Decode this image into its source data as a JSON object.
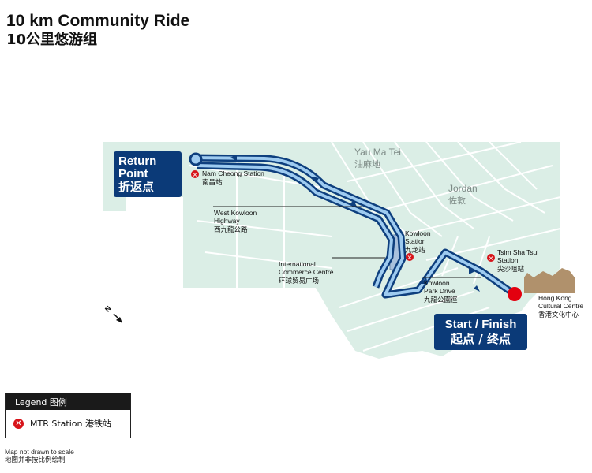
{
  "title": {
    "en": "10 km Community Ride",
    "zh": "10公里悠游组"
  },
  "callouts": {
    "return_en_1": "Return",
    "return_en_2": "Point",
    "return_zh": "折返点",
    "finish_en": "Start / Finish",
    "finish_zh": "起点 / 终点"
  },
  "districts": {
    "yau_ma_tei_en": "Yau Ma Tei",
    "yau_ma_tei_zh": "油麻地",
    "jordan_en": "Jordan",
    "jordan_zh": "佐敦"
  },
  "stations": {
    "nam_cheong_en": "Nam Cheong Station",
    "nam_cheong_zh": "南昌站",
    "kowloon_en_1": "Kowloon",
    "kowloon_en_2": "Station",
    "kowloon_zh": "九龙站",
    "tsim_sha_tsui_en_1": "Tsim Sha Tsui",
    "tsim_sha_tsui_en_2": "Station",
    "tsim_sha_tsui_zh": "尖沙咀站"
  },
  "landmarks": {
    "wk_highway_en_1": "West Kowloon",
    "wk_highway_en_2": "Highway",
    "wk_highway_zh": "西九龍公路",
    "icc_en_1": "International",
    "icc_en_2": "Commerce Centre",
    "icc_zh": "环球贸易广场",
    "kpd_en_1": "Kowloon",
    "kpd_en_2": "Park Drive",
    "kpd_zh": "九龍公園徑",
    "hkcc_en_1": "Hong Kong",
    "hkcc_en_2": "Cultural Centre",
    "hkcc_zh": "香港文化中心"
  },
  "north_arrow": "N",
  "legend": {
    "title": "Legend 图例",
    "mtr_label": "MTR Station 港铁站"
  },
  "note": {
    "en": "Map not drawn to scale",
    "zh": "地图并非按比例绘制"
  },
  "colors": {
    "land": "#dbeee6",
    "road": "#ffffff",
    "route": "#0e3f7e",
    "route_inner": "#9ecbf0",
    "start_dot": "#e3000f",
    "mtr_red": "#d7141a",
    "callout": "#0b3a78",
    "cultural_centre": "#b0916c"
  },
  "icons": {
    "mtr": "mtr-station-icon",
    "north": "north-arrow-icon"
  }
}
